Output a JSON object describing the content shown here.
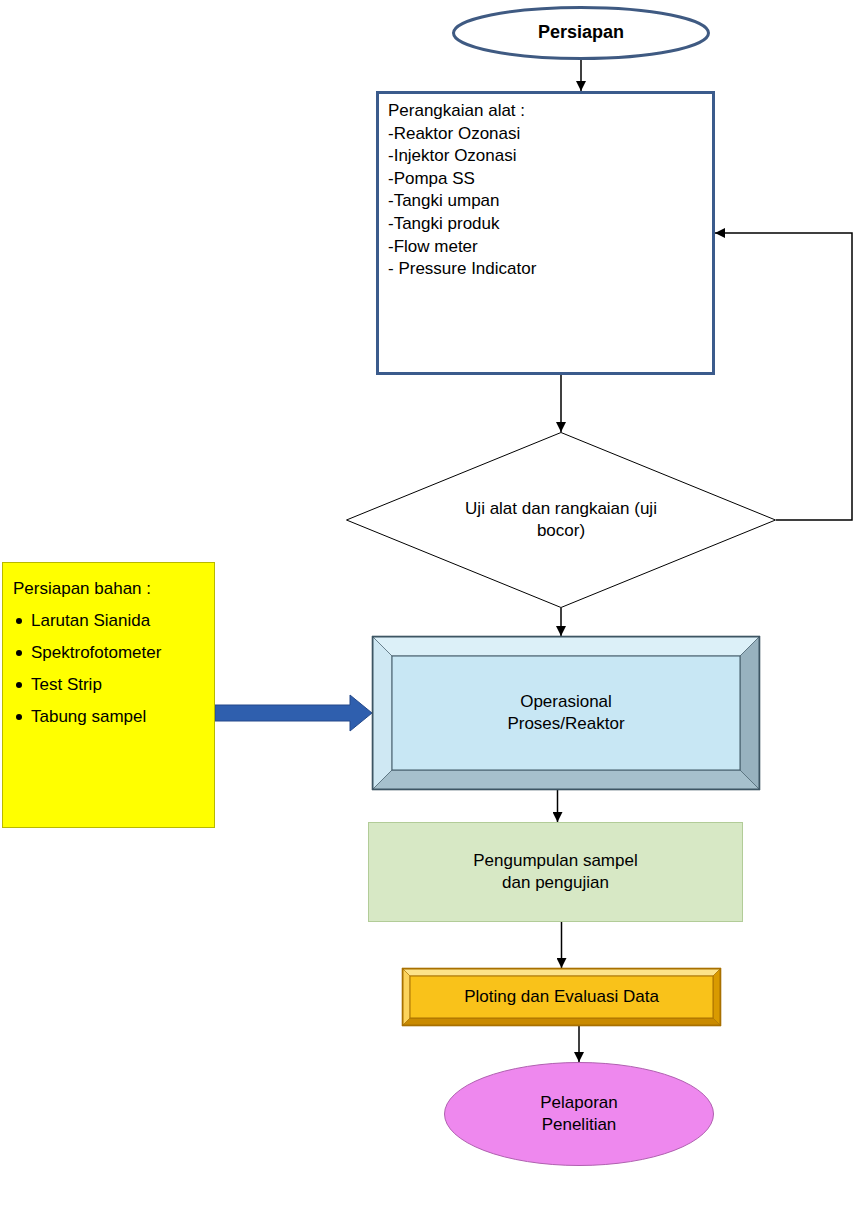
{
  "diagram": {
    "nodes": [
      {
        "text": [
          "Persiapan"
        ]
      },
      {
        "text": [
          "Perangkaian alat :",
          "-Reaktor Ozonasi",
          "-Injektor Ozonasi",
          "-Pompa SS",
          "-Tangki umpan",
          "-Tangki produk",
          "-Flow meter",
          "- Pressure Indicator"
        ]
      },
      {
        "text": [
          "Uji alat dan rangkaian (uji bocor)"
        ]
      },
      {
        "text": [
          "Persiapan bahan :",
          "Larutan Sianida",
          "Spektrofotometer",
          "Test Strip",
          "Tabung sampel"
        ]
      },
      {
        "text": [
          "Operasional Proses/Reaktor"
        ]
      },
      {
        "text": [
          "Pengumpulan sampel dan pengujian"
        ]
      },
      {
        "text": [
          "Ploting dan Evaluasi Data"
        ]
      },
      {
        "text": [
          "Pelaporan Penelitian"
        ]
      }
    ],
    "edges": [
      {
        "from": 0,
        "to": 1,
        "arrow": "to"
      },
      {
        "from": 1,
        "to": 2,
        "arrow": "to"
      },
      {
        "from": 2,
        "to": 4,
        "arrow": "to"
      },
      {
        "from": 2,
        "to": 1,
        "arrow": "to"
      },
      {
        "from": 3,
        "to": 4,
        "arrow": "to"
      },
      {
        "from": 4,
        "to": 5,
        "arrow": "to"
      },
      {
        "from": 5,
        "to": 6,
        "arrow": "to"
      },
      {
        "from": 6,
        "to": 7,
        "arrow": "to"
      }
    ]
  }
}
